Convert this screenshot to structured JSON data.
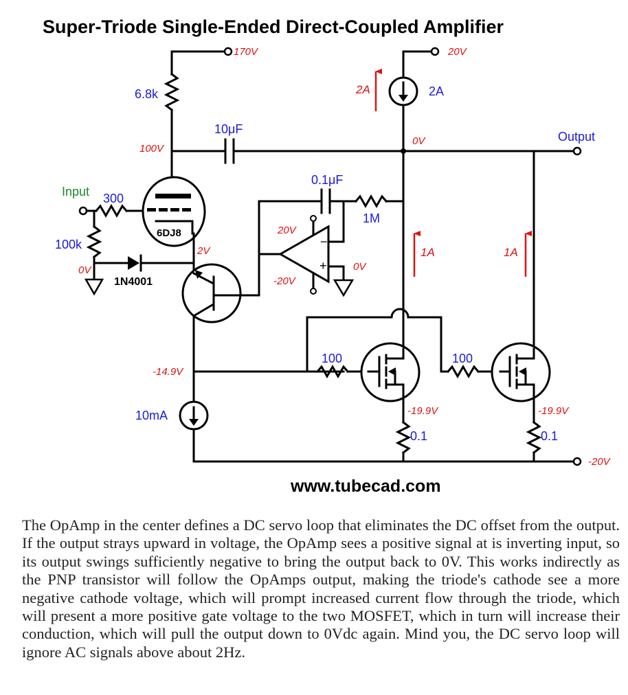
{
  "title": "Super-Triode Single-Ended Direct-Coupled Amplifier",
  "footer_url": "www.tubecad.com",
  "labels": {
    "v170": "170V",
    "v20_top": "20V",
    "r68k": "6.8k",
    "i2a_left": "2A",
    "i2a_right": "2A",
    "c10uf": "10μF",
    "v100": "100V",
    "v0_node": "0V",
    "output": "Output",
    "c01uf": "0.1μF",
    "r1m": "1M",
    "input": "Input",
    "r300": "300",
    "tube": "6DJ8",
    "op_plus_supply": "20V",
    "op_minus_supply": "-20V",
    "op_in_gnd": "0V",
    "r100k": "100k",
    "v0_gnd": "0V",
    "v2": "2V",
    "diode": "1N4001",
    "i1a_left": "1A",
    "i1a_right": "1A",
    "v_minus149": "-14.9V",
    "rg_left": "100",
    "rg_right": "100",
    "i10ma": "10mA",
    "v_minus199_left": "-19.9V",
    "v_minus199_right": "-19.9V",
    "rs_left": "0.1",
    "rs_right": "0.1",
    "v_minus20": "-20V",
    "op_minus": "−",
    "op_plus": "+"
  },
  "colors": {
    "blue_text": "#1a1adc",
    "red_text": "#e01010",
    "green_text": "#1a8a2a"
  },
  "caption": "The OpAmp in the center defines a DC servo loop that eliminates the DC offset from the output. If the output strays upward in voltage, the OpAmp sees a positive signal at is inverting input, so its output swings sufficiently negative to bring the output back to 0V. This works indirectly as the PNP transistor will follow the OpAmps output, making the triode's cathode see a more negative cathode voltage, which will prompt increased current flow through the triode, which will present a more positive gate voltage to the two MOSFET, which in turn will increase their conduction, which will pull the output down to 0Vdc again. Mind you, the DC servo loop will ignore AC signals above about 2Hz."
}
